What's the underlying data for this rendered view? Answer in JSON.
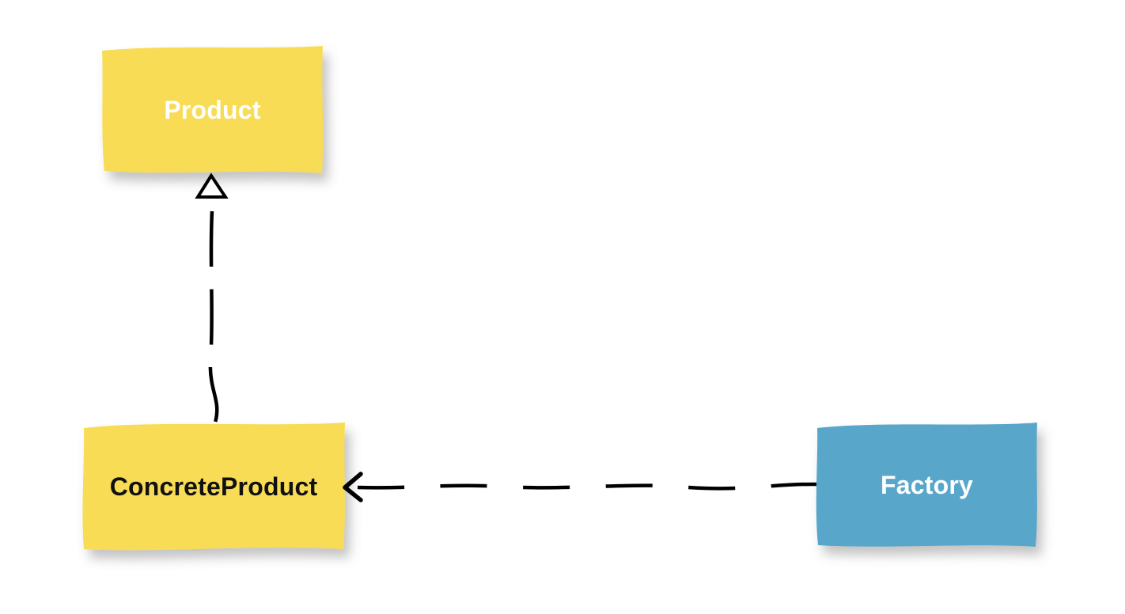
{
  "diagram": {
    "background_color": "#ffffff",
    "colors": {
      "node_yellow": "#f8dc55",
      "node_blue": "#58a7ca",
      "stroke": "#000000",
      "arrowhead_fill": "#ffffff",
      "product_text": "#ffffff",
      "concrete_product_text": "#111111",
      "factory_text": "#ffffff"
    },
    "nodes": [
      {
        "id": "product",
        "label": "Product",
        "fill": "yellow",
        "text_color": "white"
      },
      {
        "id": "concrete-product",
        "label": "ConcreteProduct",
        "fill": "yellow",
        "text_color": "black"
      },
      {
        "id": "factory",
        "label": "Factory",
        "fill": "blue",
        "text_color": "white"
      }
    ],
    "edges": [
      {
        "from": "concrete-product",
        "to": "product",
        "line_style": "dashed",
        "arrowhead": "hollow-triangle",
        "relationship": "realization"
      },
      {
        "from": "factory",
        "to": "concrete-product",
        "line_style": "dashed",
        "arrowhead": "open-arrow",
        "relationship": "dependency"
      }
    ]
  }
}
